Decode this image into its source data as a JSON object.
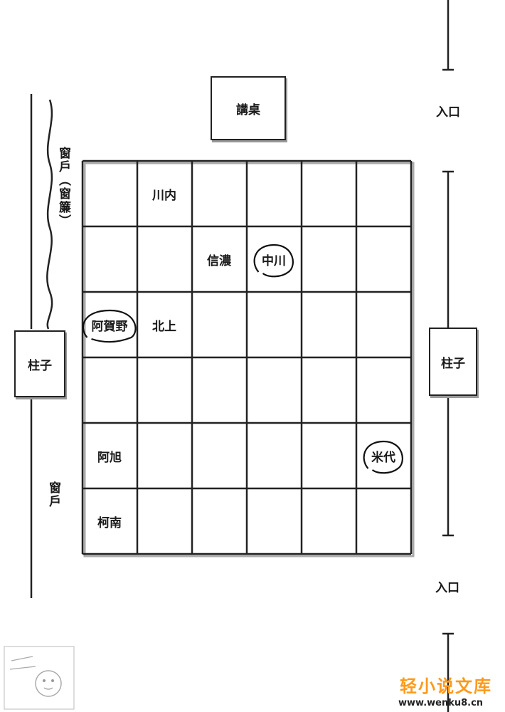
{
  "podium": {
    "label": "講桌"
  },
  "entrances": {
    "top": "入口",
    "bottom": "入口"
  },
  "pillars": {
    "left": "柱子",
    "right": "柱子"
  },
  "window_top": {
    "text": "窗戶（窗簾）"
  },
  "window_bottom": {
    "text": "窗戶"
  },
  "seating": {
    "rows": 6,
    "cols": 6,
    "seats": [
      {
        "row": 1,
        "col": 2,
        "name": "川内",
        "marked": false
      },
      {
        "row": 2,
        "col": 3,
        "name": "信濃",
        "marked": false
      },
      {
        "row": 2,
        "col": 4,
        "name": "中川",
        "marked": true
      },
      {
        "row": 3,
        "col": 1,
        "name": "阿賀野",
        "marked": true
      },
      {
        "row": 3,
        "col": 2,
        "name": "北上",
        "marked": false
      },
      {
        "row": 5,
        "col": 1,
        "name": "阿旭",
        "marked": false
      },
      {
        "row": 5,
        "col": 6,
        "name": "米代",
        "marked": true
      },
      {
        "row": 6,
        "col": 1,
        "name": "柯南",
        "marked": false
      }
    ]
  },
  "watermark": {
    "site": "轻小说文库",
    "url": "www.wenku8.cn"
  },
  "colors": {
    "ink": "#1a1a1a",
    "shadow": "#999999",
    "watermark": "#ff9900"
  }
}
